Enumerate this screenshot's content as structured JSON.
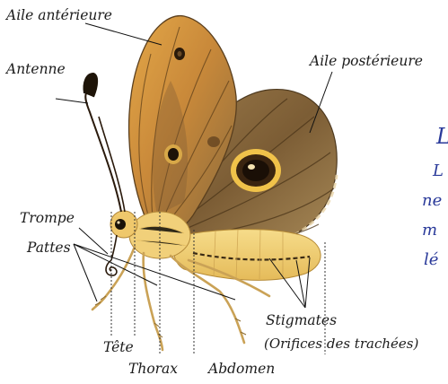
{
  "labels": {
    "aile_anterieure": "Aile antérieure",
    "antenne": "Antenne",
    "aile_posterieure": "Aile postérieure",
    "trompe": "Trompe",
    "pattes": "Pattes",
    "tete": "Tête",
    "thorax": "Thorax",
    "abdomen": "Abdomen",
    "stigmates_line1": "Stigmates",
    "stigmates_line2": "(Orifices des trachées)"
  },
  "side_text": {
    "heading_fragment": "L",
    "line1": "L",
    "line2": "ne",
    "line3": "m",
    "line4": "lé"
  },
  "colors": {
    "label_text": "#1b1b1b",
    "side_text": "#2a3a9a",
    "wing_orange": "#d89a3a",
    "wing_brown": "#7a5a30",
    "abdomen_yellow": "#f2d27a"
  }
}
